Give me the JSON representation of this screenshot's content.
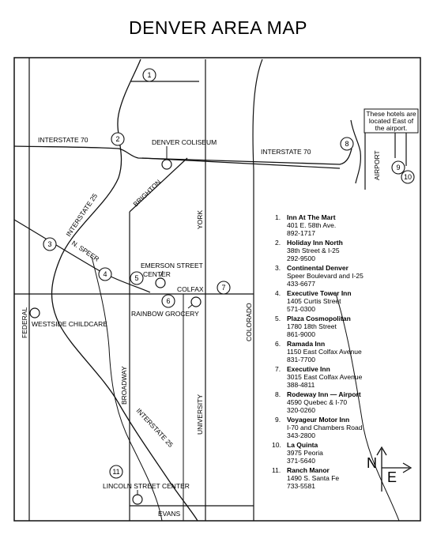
{
  "title": "DENVER AREA MAP",
  "note_lines": [
    "These hotels are",
    "located East of",
    "the airport."
  ],
  "roads": {
    "interstate_70_west": "INTERSTATE 70",
    "interstate_70_east": "INTERSTATE 70",
    "interstate_25_north": "INTERSTATE 25",
    "interstate_25_south": "INTERSTATE 25",
    "brighton": "BRIGHTON",
    "n_speer": "N. SPEER",
    "york": "YORK",
    "colfax": "COLFAX",
    "colorado": "COLORADO",
    "federal": "FEDERAL",
    "broadway": "BROADWAY",
    "university": "UNIVERSITY",
    "airport": "AIRPORT",
    "evans": "EVANS"
  },
  "landmarks": {
    "denver_coliseum": "DENVER COLISEUM",
    "emerson_line1": "EMERSON STREET",
    "emerson_line2": "CENTER",
    "rainbow_grocery": "RAINBOW GROCERY",
    "westside_childcare": "WESTSIDE CHILDCARE",
    "lincoln_street_center": "LINCOLN STREET CENTER"
  },
  "markers": [
    "1",
    "2",
    "3",
    "4",
    "5",
    "6",
    "7",
    "8",
    "9",
    "10",
    "11"
  ],
  "legend": [
    {
      "num": "1.",
      "name": "Inn At The Mart",
      "lines": [
        "401 E. 58th Ave.",
        "892-1717"
      ]
    },
    {
      "num": "2.",
      "name": "Holiday Inn North",
      "lines": [
        "38th Street & I-25",
        "292-9500"
      ]
    },
    {
      "num": "3.",
      "name": "Continental Denver",
      "lines": [
        "Speer Boulevard and I-25",
        "433-6677"
      ]
    },
    {
      "num": "4.",
      "name": "Executive Tower Inn",
      "lines": [
        "1405 Curtis Street",
        "571-0300"
      ]
    },
    {
      "num": "5.",
      "name": "Plaza Cosmopolitan",
      "lines": [
        "1780 18th Street",
        "861-9000"
      ]
    },
    {
      "num": "6.",
      "name": "Ramada Inn",
      "lines": [
        "1150 East Colfax Avenue",
        "831-7700"
      ]
    },
    {
      "num": "7.",
      "name": "Executive Inn",
      "lines": [
        "3015 East Colfax Avenue",
        "388-4811"
      ]
    },
    {
      "num": "8.",
      "name": "Rodeway Inn — Airport",
      "lines": [
        "4590 Quebec & I-70",
        "320-0260"
      ]
    },
    {
      "num": "9.",
      "name": "Voyageur Motor Inn",
      "lines": [
        "I-70 and Chambers Road",
        "343-2800"
      ]
    },
    {
      "num": "10.",
      "name": "La Quinta",
      "lines": [
        "3975 Peoria",
        "371-5640"
      ]
    },
    {
      "num": "11.",
      "name": "Ranch Manor",
      "lines": [
        "1490 S. Santa Fe",
        "733-5581"
      ]
    }
  ],
  "compass": {
    "north": "N",
    "east": "E"
  }
}
